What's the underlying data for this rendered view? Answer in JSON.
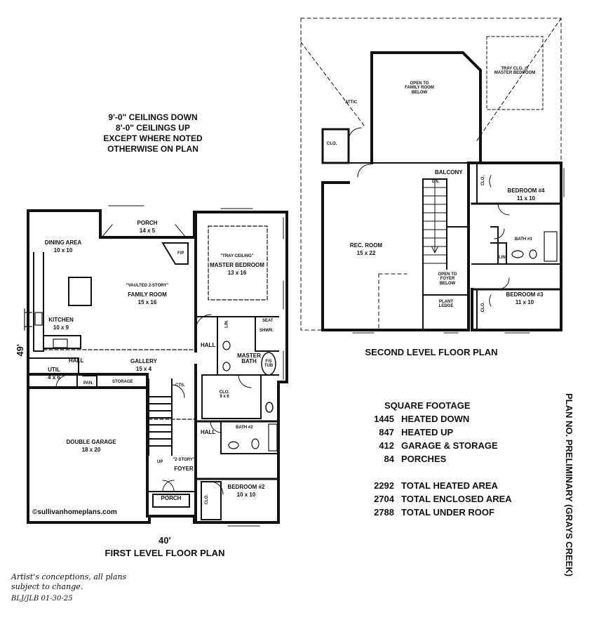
{
  "ceiling_note": [
    "9'-0\" CEILINGS DOWN",
    "8'-0\" CEILINGS UP",
    "EXCEPT WHERE NOTED",
    "OTHERWISE ON PLAN"
  ],
  "first_floor": {
    "title": "FIRST LEVEL FLOOR PLAN",
    "width_dim": "40'",
    "depth_dim": "49'",
    "website": "©sullivanhomeplans.com",
    "rooms": {
      "porch_rear": {
        "name": "PORCH",
        "size": "14 x 5"
      },
      "dining": {
        "name": "DINING AREA",
        "size": "10 x 10"
      },
      "family": {
        "note": "\"VAULTED 2-STORY\"",
        "name": "FAMILY ROOM",
        "size": "15 x 16"
      },
      "master_bed": {
        "note": "\"TRAY CEILING\"",
        "name": "MASTER BEDROOM",
        "size": "13 x 16"
      },
      "kitchen": {
        "name": "KITCHEN",
        "size": "10 x 9"
      },
      "gallery": {
        "name": "GALLERY",
        "size": "15 x 4"
      },
      "util": {
        "name": "UTIL",
        "size": "4 x 6"
      },
      "garage": {
        "name": "DOUBLE GARAGE",
        "size": "18 x 20"
      },
      "master_bath": {
        "name1": "MASTER",
        "name2": "BATH"
      },
      "master_clo": {
        "name": "CLO.",
        "size": "9 x 6"
      },
      "bedroom2": {
        "name": "BEDROOM #2",
        "size": "10 x 10"
      },
      "foyer": {
        "note": "\"2-STORY\"",
        "name": "FOYER"
      },
      "porch_front": {
        "name": "PORCH"
      }
    },
    "labels": {
      "fp": "F/P",
      "hall1": "HALL",
      "hall2": "HALL",
      "hall3": "HALL",
      "seat": "SEAT",
      "shwr": "SHWR.",
      "fs_tub": "F/S",
      "tub": "TUB",
      "lin": "LIN.",
      "pan": "PAN.",
      "storage": "STORAGE",
      "cts": "CTS.",
      "up": "UP",
      "bath2": "BATH #2",
      "clo_b2": "CLO."
    }
  },
  "second_floor": {
    "title": "SECOND LEVEL FLOOR PLAN",
    "rooms": {
      "open_family": [
        "OPEN TO",
        "FAMILY ROOM",
        "BELOW"
      ],
      "tray": [
        "TRAY CLG. @",
        "MASTER BEDROOM"
      ],
      "attic": "ATTIC",
      "clo": "CLO.",
      "balcony": "BALCONY",
      "dn": "DN.",
      "bedroom4": {
        "name": "BEDROOM #4",
        "size": "11 x 10"
      },
      "clo4": "CLO.",
      "bath3": "BATH #3",
      "lin": "LIN.",
      "rec": {
        "name": "REC. ROOM",
        "size": "15 x 22"
      },
      "open_foyer": [
        "OPEN TO",
        "FOYER",
        "BELOW"
      ],
      "plant": [
        "PLANT",
        "LEDGE"
      ],
      "bedroom3": {
        "name": "BEDROOM #3",
        "size": "11 x 10"
      },
      "clo3": "CLO."
    }
  },
  "square_footage": {
    "title": "SQUARE FOOTAGE",
    "rows": [
      {
        "value": "1445",
        "label": "HEATED DOWN"
      },
      {
        "value": "847",
        "label": "HEATED UP"
      },
      {
        "value": "412",
        "label": "GARAGE & STORAGE"
      },
      {
        "value": "84",
        "label": "PORCHES"
      }
    ],
    "totals": [
      {
        "value": "2292",
        "label": "TOTAL HEATED AREA"
      },
      {
        "value": "2704",
        "label": "TOTAL ENCLOSED AREA"
      },
      {
        "value": "2788",
        "label": "TOTAL UNDER ROOF"
      }
    ]
  },
  "plan_no": "PLAN NO. PRELIMINARY (GRAYS CREEK)",
  "disclaimer": [
    "Artist's conceptions, all plans",
    "subject to change."
  ],
  "initials_date": "BLJ/JLB  01-30-25"
}
